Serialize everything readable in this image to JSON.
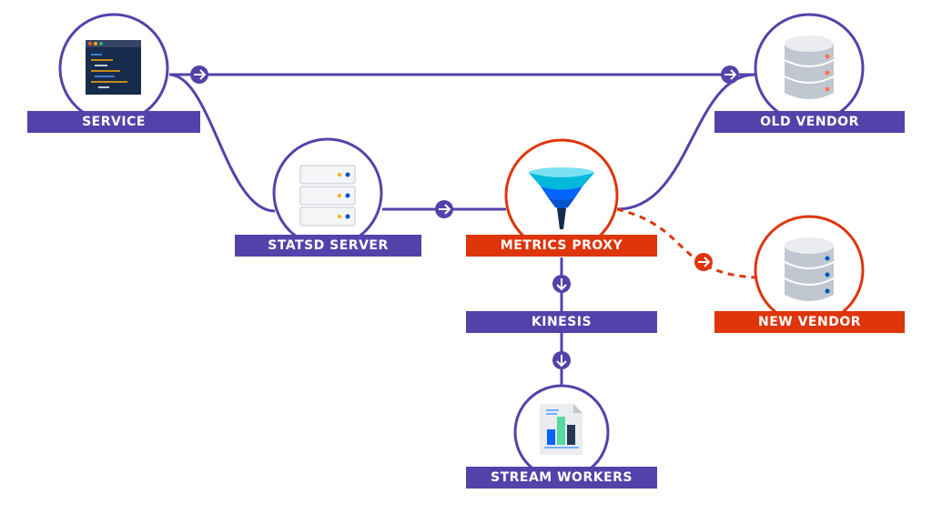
{
  "nodes": {
    "service": {
      "label": "SERVICE",
      "icon": "code-window-icon"
    },
    "statsd_server": {
      "label": "STATSD SERVER",
      "icon": "server-rack-icon"
    },
    "metrics_proxy": {
      "label": "METRICS PROXY",
      "icon": "funnel-icon"
    },
    "old_vendor": {
      "label": "OLD VENDOR",
      "icon": "database-icon"
    },
    "new_vendor": {
      "label": "NEW VENDOR",
      "icon": "database-icon"
    },
    "kinesis": {
      "label": "KINESIS"
    },
    "stream_workers": {
      "label": "STREAM WORKERS",
      "icon": "bar-chart-document-icon"
    }
  },
  "colors": {
    "primary": "#5243aa",
    "accent": "#de350b",
    "server_light": "#f4f5f7",
    "server_mid": "#dfe1e6",
    "funnel_top": "#00b8d9",
    "funnel_bottom": "#0052cc"
  }
}
